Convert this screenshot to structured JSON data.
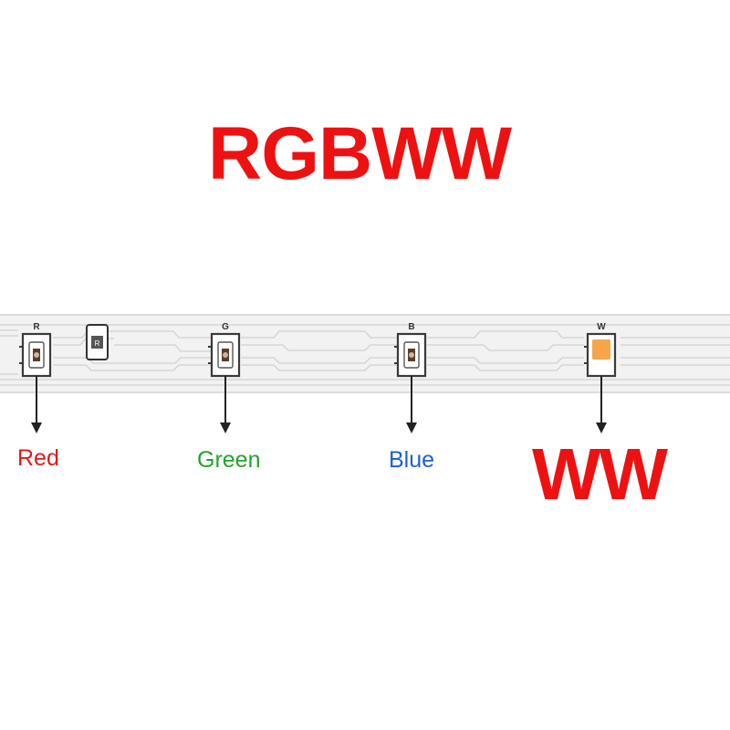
{
  "title": {
    "text": "RGBWW",
    "color": "#ee1111"
  },
  "strip": {
    "color": "#f2f2f2",
    "trace_color": "#d8d8d8",
    "edge_color": "#dcdcdc"
  },
  "leds": [
    {
      "id": "red",
      "pad_marking": "R",
      "label": "Red",
      "label_color": "#e01a1a",
      "chip_color": "#c9b8a4"
    },
    {
      "id": "green",
      "pad_marking": "G",
      "label": "Green",
      "label_color": "#22a32a",
      "chip_color": "#c9b8a4"
    },
    {
      "id": "blue",
      "pad_marking": "B",
      "label": "Blue",
      "label_color": "#1b5fd8",
      "chip_color": "#c9b8a4"
    },
    {
      "id": "ww",
      "pad_marking": "W",
      "label": "WW",
      "label_color": "#ee1111",
      "chip_color": "#f5a64a"
    }
  ],
  "resistor": {
    "marking": "R"
  }
}
